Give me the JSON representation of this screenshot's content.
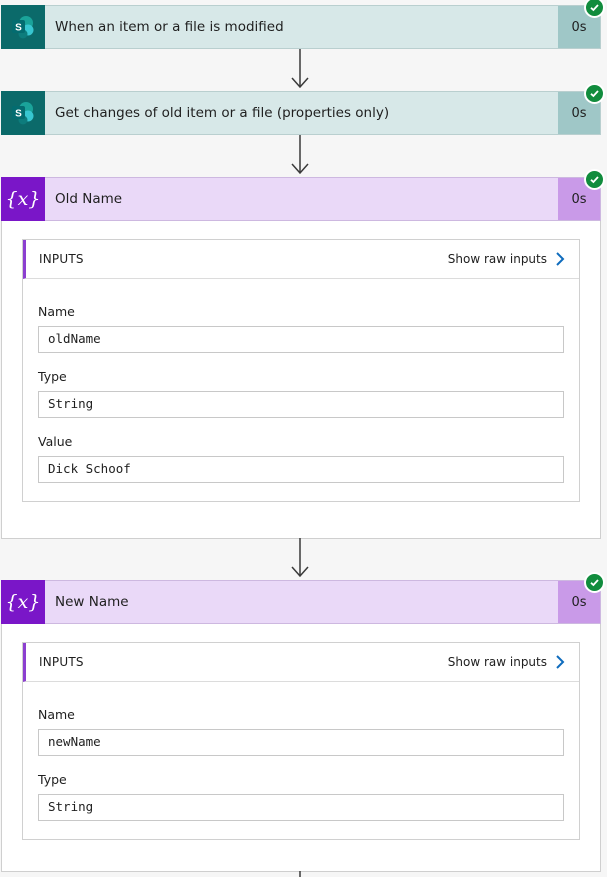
{
  "steps": [
    {
      "title": "When an item or a file is modified",
      "duration": "0s",
      "icon": "sharepoint-icon",
      "color": "#0b6a6a"
    },
    {
      "title": "Get changes of old item or a file (properties only)",
      "duration": "0s",
      "icon": "sharepoint-icon",
      "color": "#0b6a6a"
    },
    {
      "title": "Old Name",
      "duration": "0s",
      "icon": "variable-icon",
      "color": "#7a16c8",
      "inputs_label": "INPUTS",
      "raw_label": "Show raw inputs",
      "fields": [
        {
          "label": "Name",
          "value": "oldName"
        },
        {
          "label": "Type",
          "value": "String"
        },
        {
          "label": "Value",
          "value": "Dick Schoof"
        }
      ]
    },
    {
      "title": "New Name",
      "duration": "0s",
      "icon": "variable-icon",
      "color": "#7a16c8",
      "inputs_label": "INPUTS",
      "raw_label": "Show raw inputs",
      "fields": [
        {
          "label": "Name",
          "value": "newName"
        },
        {
          "label": "Type",
          "value": "String"
        }
      ]
    }
  ],
  "status_color": "#118c3d"
}
